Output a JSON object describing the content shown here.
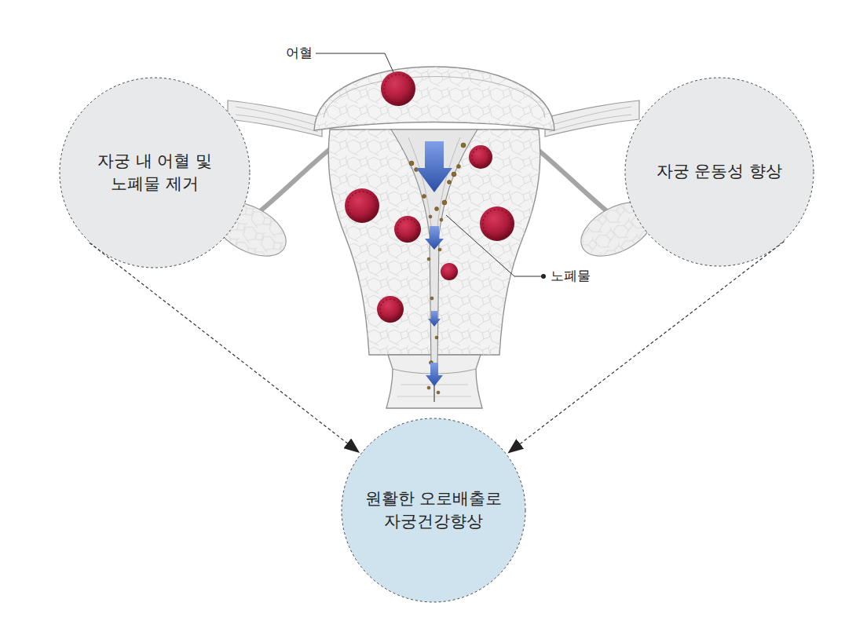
{
  "diagram": {
    "nodes": [
      {
        "text": [
          "자궁 내 어혈 및 노폐물 제거"
        ]
      },
      {
        "text": [
          "자궁 운동성 향상"
        ]
      },
      {
        "text": [
          "원활한 오로배출로 자궁건강향상"
        ]
      }
    ],
    "edges": [
      {
        "from": 0,
        "to": 2,
        "arrow": "to"
      },
      {
        "from": 1,
        "to": 2,
        "arrow": "to"
      }
    ],
    "labels": [
      "어혈",
      "노폐물"
    ]
  }
}
